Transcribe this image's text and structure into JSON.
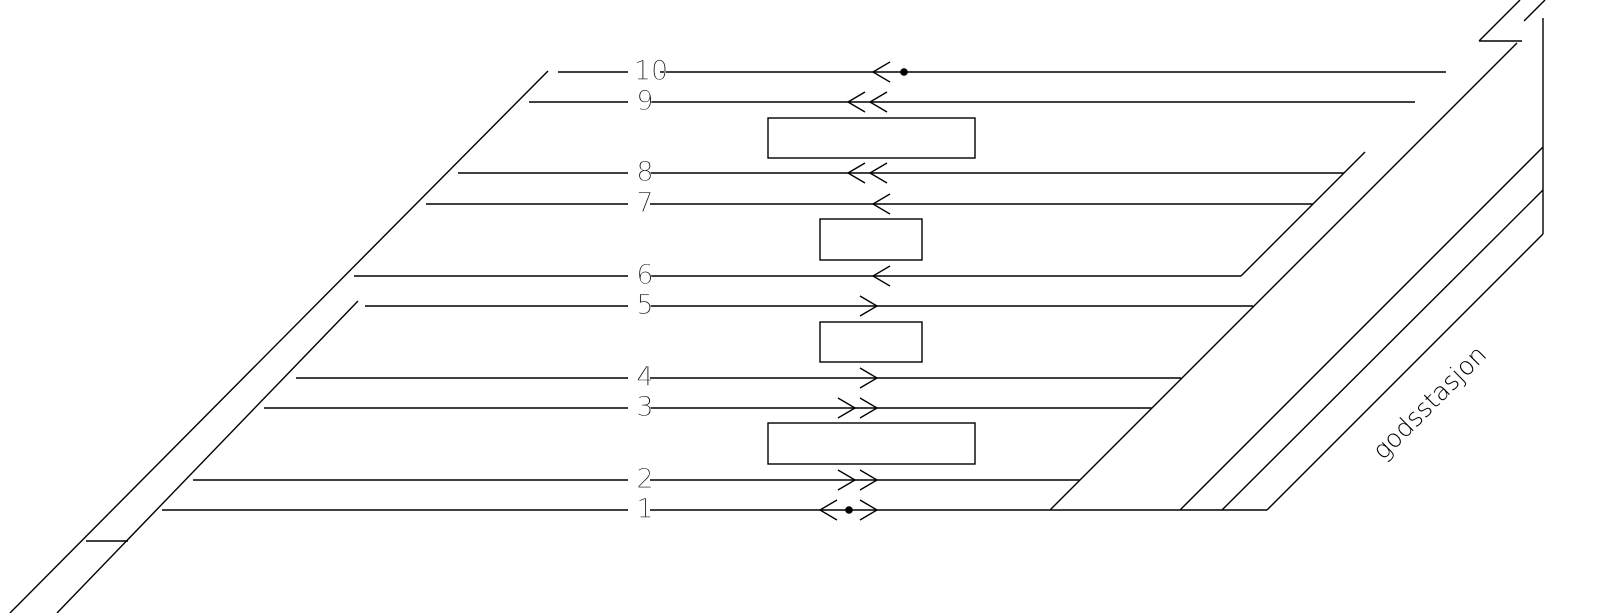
{
  "tracks": [
    {
      "number": "10",
      "arrow": "<"
    },
    {
      "number": "9",
      "arrow": "<<"
    },
    {
      "number": "8",
      "arrow": "<<"
    },
    {
      "number": "7",
      "arrow": "<"
    },
    {
      "number": "6",
      "arrow": "<"
    },
    {
      "number": "5",
      "arrow": ">"
    },
    {
      "number": "4",
      "arrow": ">"
    },
    {
      "number": "3",
      "arrow": ">>"
    },
    {
      "number": "2",
      "arrow": ">>"
    },
    {
      "number": "1",
      "arrow": "<>"
    }
  ],
  "freight_station_label": "godsstasjon"
}
